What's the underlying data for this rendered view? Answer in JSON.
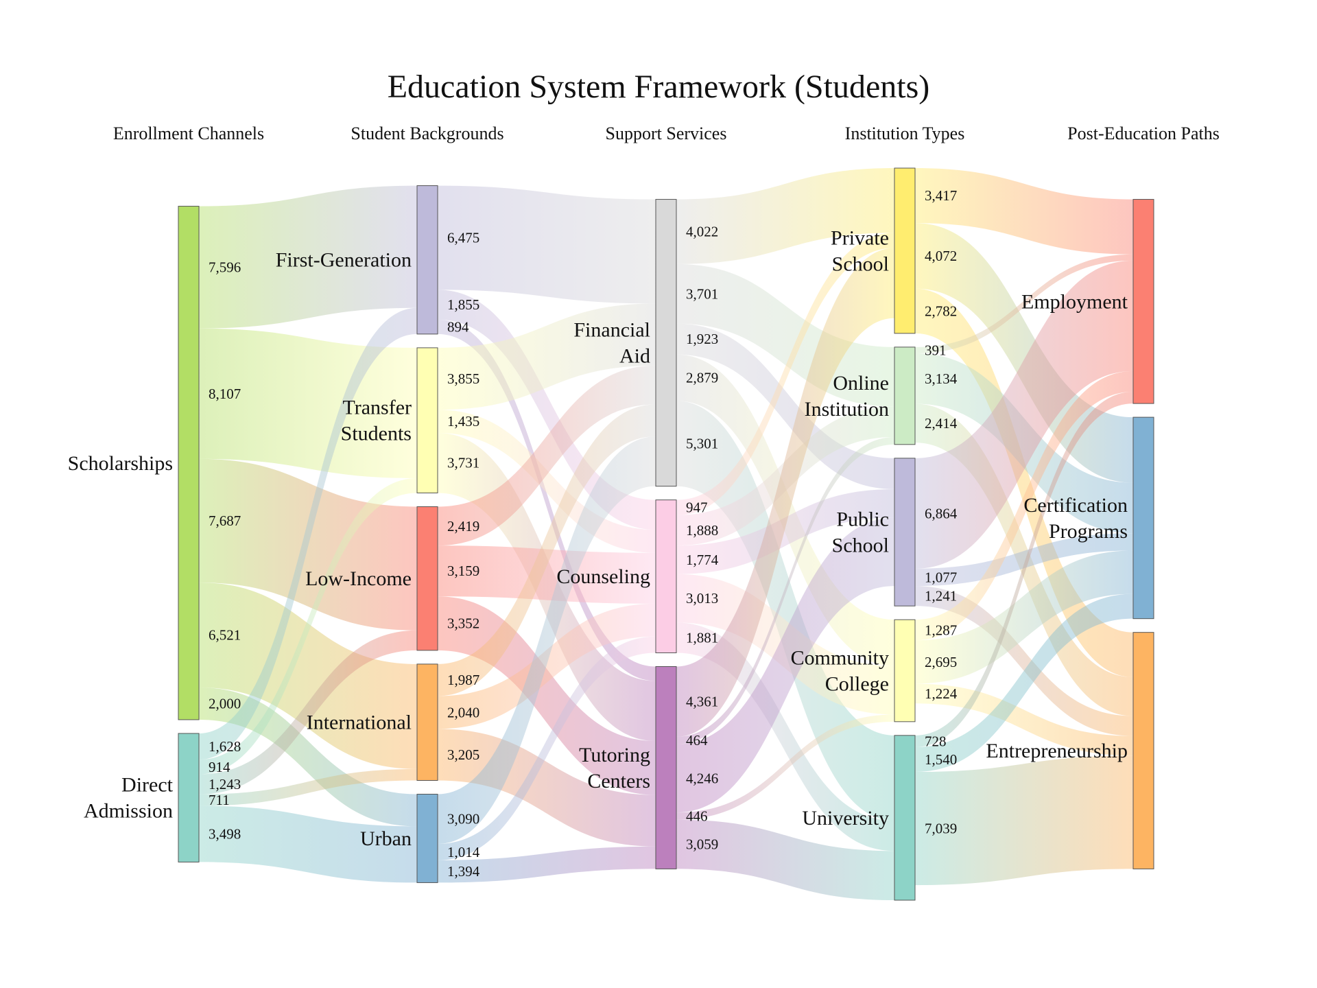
{
  "chart_data": {
    "type": "sankey",
    "title": "Education System Framework (Students)",
    "stages": [
      "Enrollment Channels",
      "Student Backgrounds",
      "Support Services",
      "Institution Types",
      "Post-Education Paths"
    ],
    "nodes": [
      {
        "id": "scholarships",
        "label": "Scholarships",
        "stage": 0,
        "color": "#b2de65"
      },
      {
        "id": "direct",
        "label": "Direct Admission",
        "stage": 0,
        "color": "#8dd3c7"
      },
      {
        "id": "firstgen",
        "label": "First-Generation",
        "stage": 1,
        "color": "#bebada"
      },
      {
        "id": "transfer",
        "label": "Transfer Students",
        "stage": 1,
        "color": "#ffffb3"
      },
      {
        "id": "lowincome",
        "label": "Low-Income",
        "stage": 1,
        "color": "#fb8072"
      },
      {
        "id": "international",
        "label": "International",
        "stage": 1,
        "color": "#fdb462"
      },
      {
        "id": "urban",
        "label": "Urban",
        "stage": 1,
        "color": "#80b1d3"
      },
      {
        "id": "finaid",
        "label": "Financial Aid",
        "stage": 2,
        "color": "#d9d9d9"
      },
      {
        "id": "counseling",
        "label": "Counseling",
        "stage": 2,
        "color": "#fccde5"
      },
      {
        "id": "tutoring",
        "label": "Tutoring Centers",
        "stage": 2,
        "color": "#bc80bd"
      },
      {
        "id": "private",
        "label": "Private School",
        "stage": 3,
        "color": "#ffed6f"
      },
      {
        "id": "online",
        "label": "Online Institution",
        "stage": 3,
        "color": "#ccebc5"
      },
      {
        "id": "public",
        "label": "Public School",
        "stage": 3,
        "color": "#bebada"
      },
      {
        "id": "community",
        "label": "Community College",
        "stage": 3,
        "color": "#ffffb3"
      },
      {
        "id": "university",
        "label": "University",
        "stage": 3,
        "color": "#8dd3c7"
      },
      {
        "id": "employment",
        "label": "Employment",
        "stage": 4,
        "color": "#fb8072"
      },
      {
        "id": "certification",
        "label": "Certification Programs",
        "stage": 4,
        "color": "#80b1d3"
      },
      {
        "id": "entrepreneurship",
        "label": "Entrepreneurship",
        "stage": 4,
        "color": "#fdb462"
      }
    ],
    "links": [
      {
        "source": "scholarships",
        "target": "firstgen",
        "value": 7596,
        "label": "7,596"
      },
      {
        "source": "scholarships",
        "target": "transfer",
        "value": 8107,
        "label": "8,107"
      },
      {
        "source": "scholarships",
        "target": "lowincome",
        "value": 7687,
        "label": "7,687"
      },
      {
        "source": "scholarships",
        "target": "international",
        "value": 6521,
        "label": "6,521"
      },
      {
        "source": "scholarships",
        "target": "urban",
        "value": 2000,
        "label": "2,000"
      },
      {
        "source": "direct",
        "target": "firstgen",
        "value": 1628,
        "label": "1,628"
      },
      {
        "source": "direct",
        "target": "transfer",
        "value": 914,
        "label": "914"
      },
      {
        "source": "direct",
        "target": "lowincome",
        "value": 1243,
        "label": "1,243"
      },
      {
        "source": "direct",
        "target": "international",
        "value": 711,
        "label": "711"
      },
      {
        "source": "direct",
        "target": "urban",
        "value": 3498,
        "label": "3,498"
      },
      {
        "source": "firstgen",
        "target": "finaid",
        "value": 6475,
        "label": "6,475"
      },
      {
        "source": "firstgen",
        "target": "counseling",
        "value": 1855,
        "label": "1,855"
      },
      {
        "source": "firstgen",
        "target": "tutoring",
        "value": 894,
        "label": "894"
      },
      {
        "source": "transfer",
        "target": "finaid",
        "value": 3855,
        "label": "3,855"
      },
      {
        "source": "transfer",
        "target": "counseling",
        "value": 1435,
        "label": "1,435"
      },
      {
        "source": "transfer",
        "target": "tutoring",
        "value": 3731,
        "label": "3,731"
      },
      {
        "source": "lowincome",
        "target": "finaid",
        "value": 2419,
        "label": "2,419"
      },
      {
        "source": "lowincome",
        "target": "counseling",
        "value": 3159,
        "label": "3,159"
      },
      {
        "source": "lowincome",
        "target": "tutoring",
        "value": 3352,
        "label": "3,352"
      },
      {
        "source": "international",
        "target": "finaid",
        "value": 1987,
        "label": "1,987"
      },
      {
        "source": "international",
        "target": "counseling",
        "value": 2040,
        "label": "2,040"
      },
      {
        "source": "international",
        "target": "tutoring",
        "value": 3205,
        "label": "3,205"
      },
      {
        "source": "urban",
        "target": "finaid",
        "value": 3090,
        "label": "3,090"
      },
      {
        "source": "urban",
        "target": "counseling",
        "value": 1014,
        "label": "1,014"
      },
      {
        "source": "urban",
        "target": "tutoring",
        "value": 1394,
        "label": "1,394"
      },
      {
        "source": "finaid",
        "target": "private",
        "value": 4022,
        "label": "4,022"
      },
      {
        "source": "finaid",
        "target": "online",
        "value": 3701,
        "label": "3,701"
      },
      {
        "source": "finaid",
        "target": "public",
        "value": 1923,
        "label": "1,923"
      },
      {
        "source": "finaid",
        "target": "community",
        "value": 2879,
        "label": "2,879"
      },
      {
        "source": "finaid",
        "target": "university",
        "value": 5301,
        "label": "5,301"
      },
      {
        "source": "counseling",
        "target": "online",
        "value": 1888,
        "label": "1,888"
      },
      {
        "source": "counseling",
        "target": "public",
        "value": 1774,
        "label": "1,774"
      },
      {
        "source": "counseling",
        "target": "community",
        "value": 3013,
        "label": "3,013"
      },
      {
        "source": "counseling",
        "target": "university",
        "value": 1881,
        "label": "1,881"
      },
      {
        "source": "counseling",
        "target": "private",
        "value": 947,
        "label": "947"
      },
      {
        "source": "tutoring",
        "target": "private",
        "value": 4361,
        "label": "4,361"
      },
      {
        "source": "tutoring",
        "target": "online",
        "value": 464,
        "label": "464"
      },
      {
        "source": "tutoring",
        "target": "public",
        "value": 4246,
        "label": "4,246"
      },
      {
        "source": "tutoring",
        "target": "community",
        "value": 446,
        "label": "446"
      },
      {
        "source": "tutoring",
        "target": "university",
        "value": 3059,
        "label": "3,059"
      },
      {
        "source": "private",
        "target": "employment",
        "value": 3417,
        "label": "3,417"
      },
      {
        "source": "private",
        "target": "certification",
        "value": 4072,
        "label": "4,072"
      },
      {
        "source": "private",
        "target": "entrepreneurship",
        "value": 2782,
        "label": "2,782"
      },
      {
        "source": "online",
        "target": "employment",
        "value": 391,
        "label": "391"
      },
      {
        "source": "online",
        "target": "certification",
        "value": 3134,
        "label": "3,134"
      },
      {
        "source": "online",
        "target": "entrepreneurship",
        "value": 2414,
        "label": "2,414"
      },
      {
        "source": "public",
        "target": "employment",
        "value": 6864,
        "label": "6,864"
      },
      {
        "source": "public",
        "target": "certification",
        "value": 1077,
        "label": "1,077"
      },
      {
        "source": "public",
        "target": "entrepreneurship",
        "value": 1241,
        "label": "1,241"
      },
      {
        "source": "community",
        "target": "employment",
        "value": 1287,
        "label": "1,287"
      },
      {
        "source": "community",
        "target": "certification",
        "value": 2695,
        "label": "2,695"
      },
      {
        "source": "community",
        "target": "entrepreneurship",
        "value": 1224,
        "label": "1,224"
      },
      {
        "source": "university",
        "target": "employment",
        "value": 728,
        "label": "728"
      },
      {
        "source": "university",
        "target": "certification",
        "value": 1540,
        "label": "1,540"
      },
      {
        "source": "university",
        "target": "entrepreneurship",
        "value": 7039,
        "label": "7,039"
      }
    ]
  }
}
